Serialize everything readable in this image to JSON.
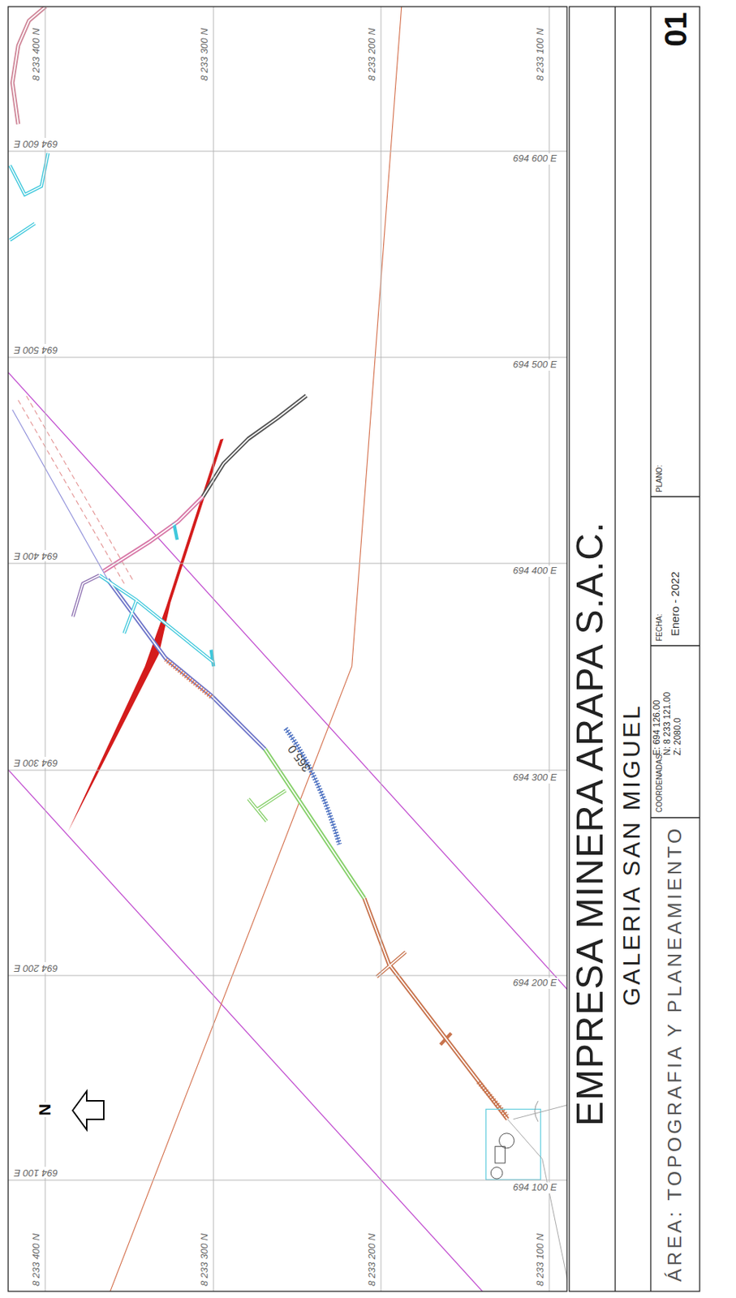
{
  "diagram": {
    "title": "EMPRESA MINERA ARAPA S.A.C.",
    "labels": [
      "GALERIA SAN MIGUEL",
      "ÁREA: TOPOGRAFIA Y PLANEAMIENTO",
      "COORDENADAS:",
      "E: 694 126.00",
      "N: 8 233 121.00",
      "Z: 2080.0",
      "FECHA:",
      "Enero - 2022",
      "PLANO:",
      "01",
      "N",
      "365.0",
      "8 233 400 N",
      "8 233 300 N",
      "8 233 200 N",
      "8 233 100 N",
      "8 233 400 N",
      "8 233 300 N",
      "8 233 200 N",
      "8 233 100 N",
      "694 100 E",
      "694 200 E",
      "694 300 E",
      "694 400 E",
      "694 500 E",
      "694 600 E",
      "694 100 E",
      "694 200 E",
      "694 300 E",
      "694 400 E",
      "694 500 E",
      "694 600 E"
    ]
  }
}
